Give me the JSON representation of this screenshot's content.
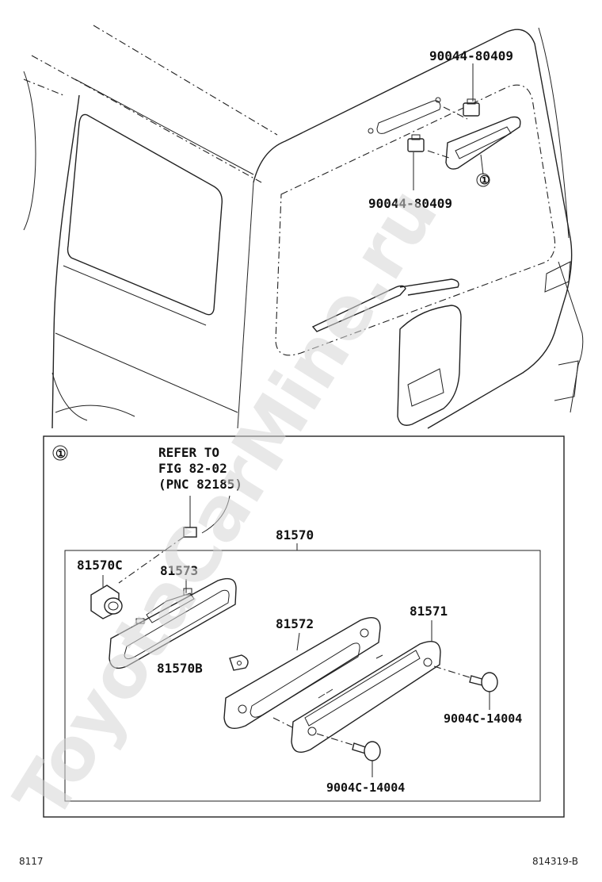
{
  "watermark": "ToyotaCarMine.ru",
  "callout_upper_left": "90044-80409",
  "callout_upper_right": "90044-80409",
  "detail_marker": "①",
  "refer": {
    "line1": "REFER TO",
    "line2": "FIG 82-02",
    "line3": "(PNC 82185)"
  },
  "parts": {
    "assembly": "81570",
    "socket": "81570C",
    "housing": "81573",
    "bulb": "81570B",
    "lens": "81572",
    "cover": "81571",
    "screw_right": "9004C-14004",
    "screw_bottom": "9004C-14004"
  },
  "footer": {
    "left": "8117",
    "right": "814319-B"
  }
}
